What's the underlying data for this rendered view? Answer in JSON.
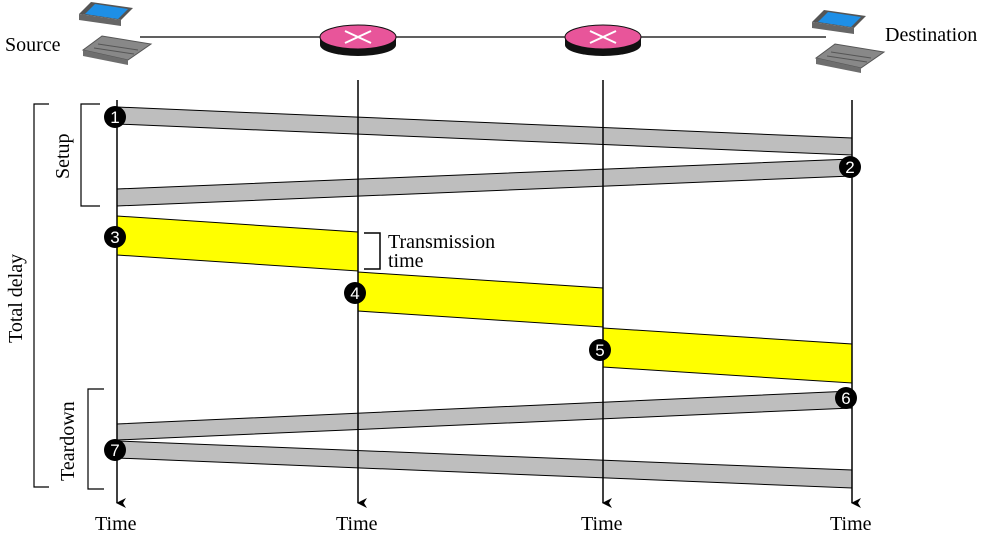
{
  "nodes": {
    "source": "Source",
    "destination": "Destination"
  },
  "axis_label": "Time",
  "phases": {
    "setup": "Setup",
    "teardown": "Teardown",
    "total_delay": "Total delay"
  },
  "annotation": {
    "line1": "Transmission",
    "line2": "time"
  },
  "steps": [
    "1",
    "2",
    "3",
    "4",
    "5",
    "6",
    "7"
  ],
  "colors": {
    "control_band": "#bebebe",
    "data_band": "#ffff00",
    "router": "#e8559a",
    "screen": "#1e8fe6"
  }
}
